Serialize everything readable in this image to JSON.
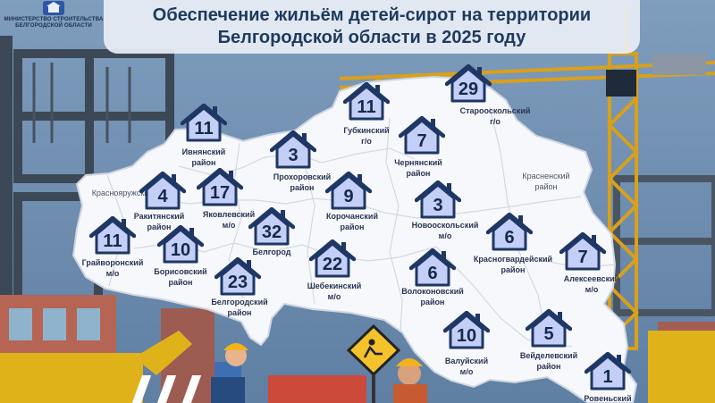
{
  "header": {
    "title_line1": "Обеспечение жильём детей-сирот на территории",
    "title_line2": "Белгородской области в 2025 году"
  },
  "logo": {
    "line1": "МИНИСТЕРСТВО СТРОИТЕЛЬСТВА",
    "line2": "БЕЛГОРОДСКОЙ ОБЛАСТИ"
  },
  "colors": {
    "marker_fill": "#c4cff8",
    "marker_outline": "#1f3764",
    "map_fill": "#f7f8fb",
    "title_text": "#1e3a5f"
  },
  "districts": [
    {
      "id": "ivnyansky",
      "count": "11",
      "line1": "Ивнянский",
      "line2": "район"
    },
    {
      "id": "gubkinsky",
      "count": "11",
      "line1": "Губкинский",
      "line2": "г/о"
    },
    {
      "id": "starooskolsky",
      "count": "29",
      "line1": "Старооскольский",
      "line2": "г/о"
    },
    {
      "id": "chernyansky",
      "count": "7",
      "line1": "Чернянский",
      "line2": "район"
    },
    {
      "id": "prokhorovsky",
      "count": "3",
      "line1": "Прохоровский",
      "line2": "район"
    },
    {
      "id": "rakityansky",
      "count": "4",
      "line1": "Ракитянский",
      "line2": "район"
    },
    {
      "id": "yakovlevsky",
      "count": "17",
      "line1": "Яковлевский",
      "line2": "м/о"
    },
    {
      "id": "korochansky",
      "count": "9",
      "line1": "Корочанский",
      "line2": "район"
    },
    {
      "id": "novooskolsky",
      "count": "3",
      "line1": "Новооскольский",
      "line2": "м/о"
    },
    {
      "id": "graivoronsky",
      "count": "11",
      "line1": "Грайворонский",
      "line2": "м/о"
    },
    {
      "id": "borisovsky",
      "count": "10",
      "line1": "Борисовский",
      "line2": "район"
    },
    {
      "id": "belgorod",
      "count": "32",
      "line1": "Белгород",
      "line2": ""
    },
    {
      "id": "krasnogvardeysky",
      "count": "6",
      "line1": "Красногвардейский",
      "line2": "район"
    },
    {
      "id": "alekseevsky",
      "count": "7",
      "line1": "Алексеевский",
      "line2": "м/о"
    },
    {
      "id": "shebekinsky",
      "count": "22",
      "line1": "Шебекинский",
      "line2": "м/о"
    },
    {
      "id": "belgorodsky",
      "count": "23",
      "line1": "Белгородский",
      "line2": "район"
    },
    {
      "id": "volokonovsky",
      "count": "6",
      "line1": "Волоконовский",
      "line2": "район"
    },
    {
      "id": "valuysky",
      "count": "10",
      "line1": "Валуйский",
      "line2": "м/о"
    },
    {
      "id": "veydelevsky",
      "count": "5",
      "line1": "Вейделевский",
      "line2": "район"
    },
    {
      "id": "rovensky",
      "count": "1",
      "line1": "Ровеньский",
      "line2": ""
    }
  ],
  "unmarked_districts": [
    {
      "id": "krasnoyaruzhsky",
      "label": "Краснояружский"
    },
    {
      "id": "krasnensky",
      "label": "Красненский"
    },
    {
      "id": "krasnensky2",
      "label": "район"
    }
  ]
}
